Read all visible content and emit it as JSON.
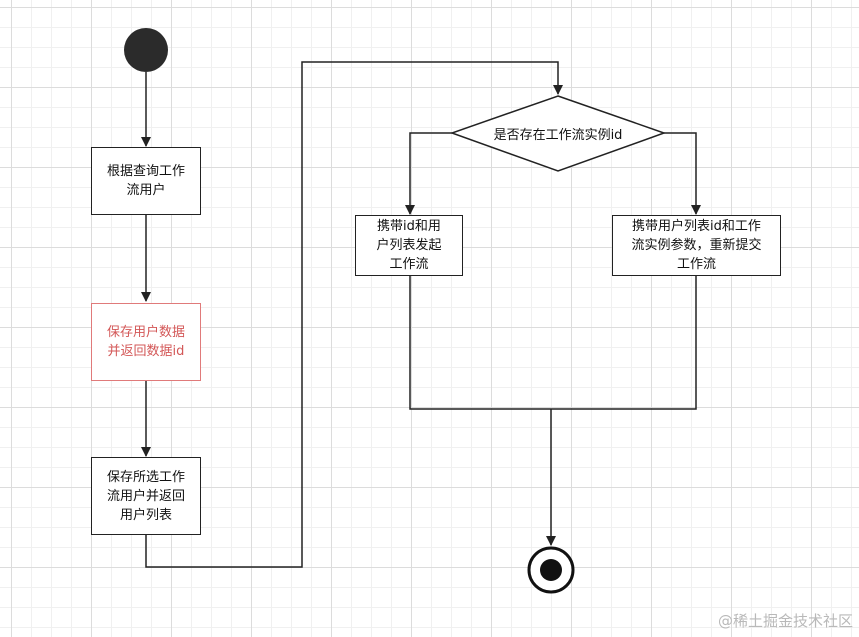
{
  "diagram": {
    "nodes": {
      "query": "根据查询工作\n流用户",
      "save_data": "保存用户数据\n并返回数据id",
      "save_selected": "保存所选工作\n流用户并返回\n用户列表",
      "decision": "是否存在工作流实例id",
      "start_new": "携带id和用\n户列表发起\n工作流",
      "resubmit": "携带用户列表id和工作\n流实例参数，重新提交\n工作流"
    },
    "colors": {
      "line": "#222222",
      "highlight": "#e07a7a",
      "start": "#2b2b2b"
    }
  },
  "watermark": "@稀土掘金技术社区"
}
